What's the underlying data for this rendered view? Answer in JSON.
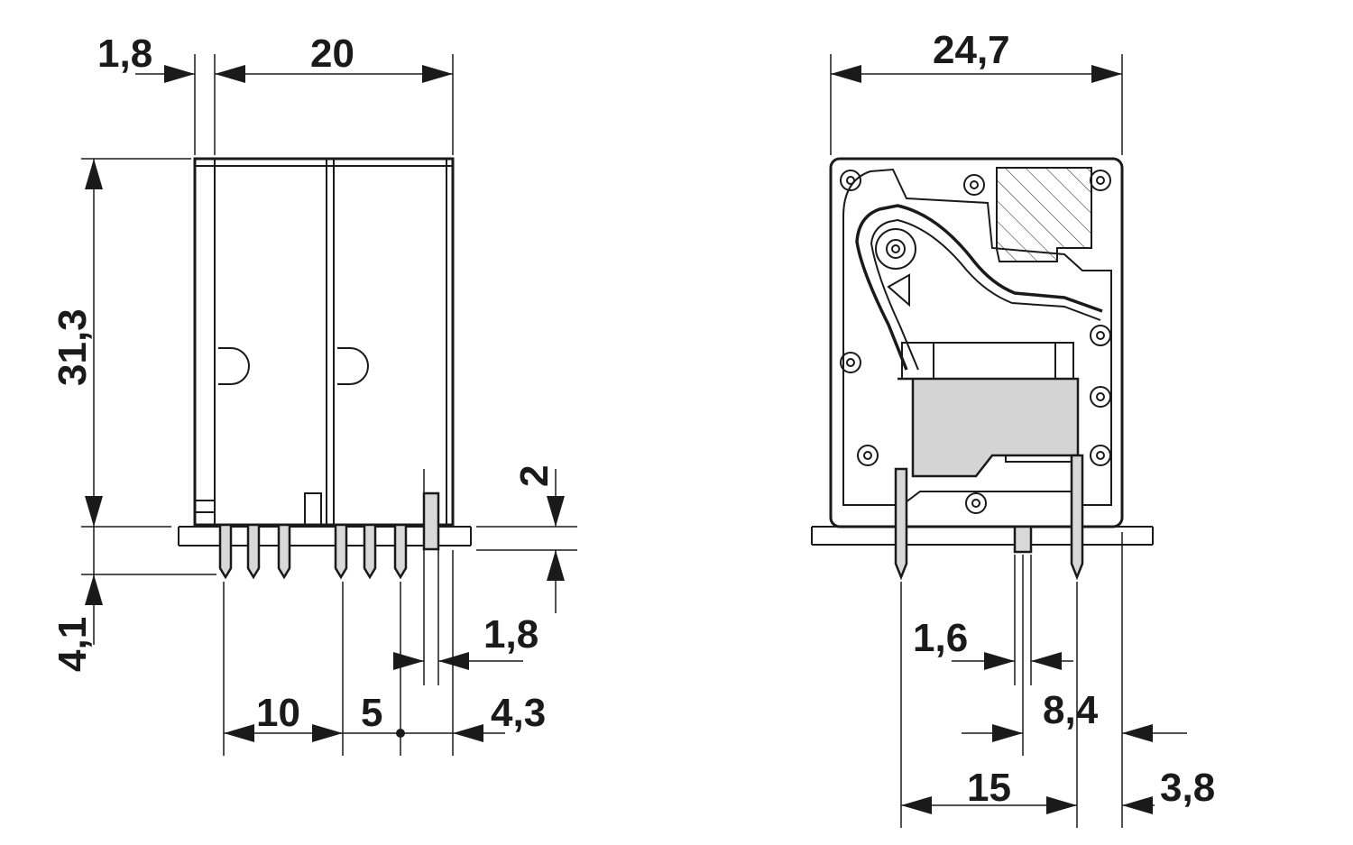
{
  "colors": {
    "ink": "#1a1a1a",
    "shade": "#d4d4d4",
    "background": "#ffffff"
  },
  "front_view": {
    "dims": {
      "top_offset": "1,8",
      "top_width": "20",
      "height": "31,3",
      "pin_length": "4,1",
      "board_gap": "2",
      "pin_offset": "1,8",
      "pitch_10": "10",
      "pitch_5": "5",
      "end_offset": "4,3"
    }
  },
  "side_view": {
    "dims": {
      "width": "24,7",
      "pin_width": "1,6",
      "pin_offset": "8,4",
      "pin_spacing": "15",
      "end_offset": "3,8"
    }
  }
}
